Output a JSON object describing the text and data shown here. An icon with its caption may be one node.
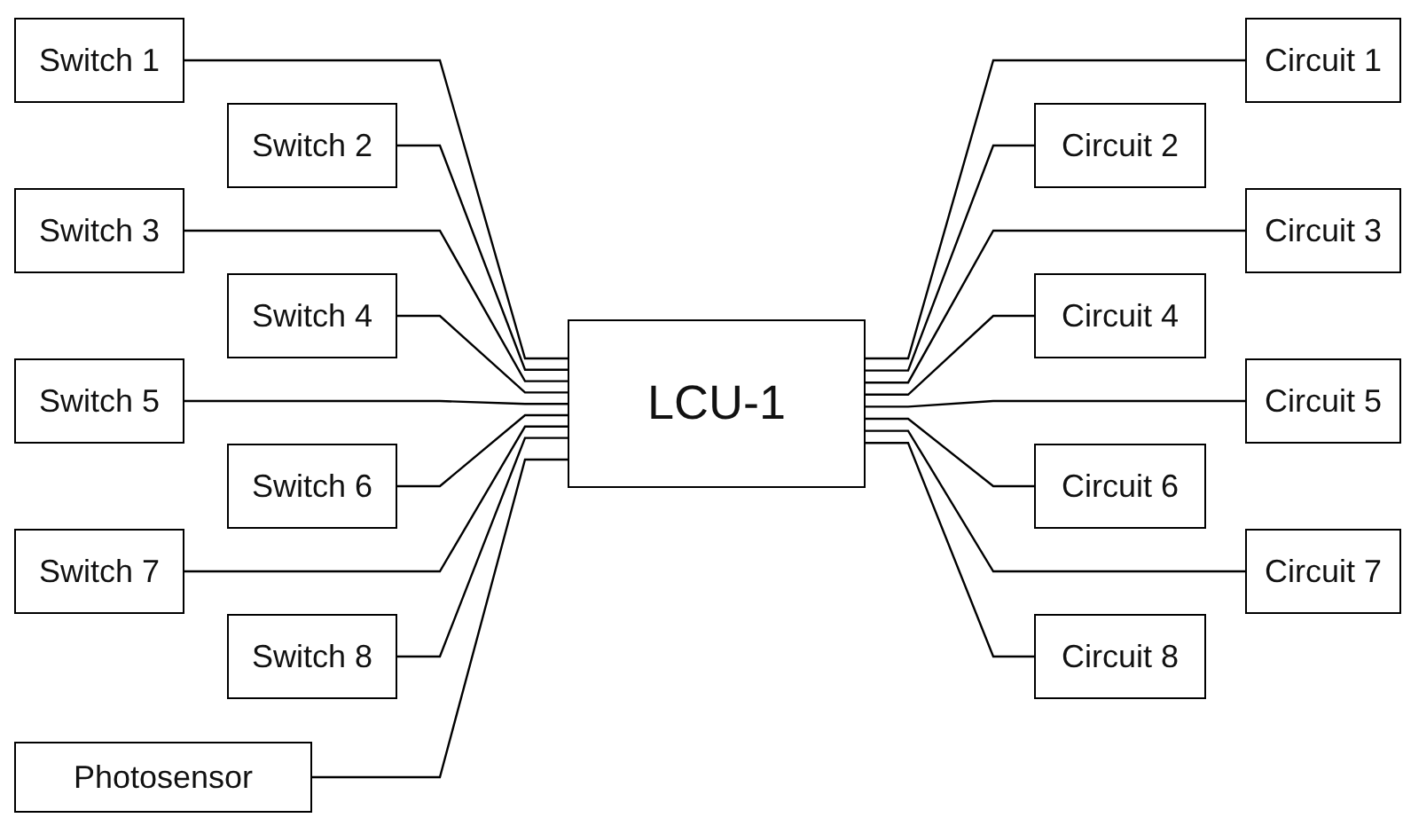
{
  "diagram": {
    "nodes": [
      {
        "text": [
          "Switch 1"
        ]
      },
      {
        "text": [
          "Switch 2"
        ]
      },
      {
        "text": [
          "Switch 3"
        ]
      },
      {
        "text": [
          "Switch 4"
        ]
      },
      {
        "text": [
          "Switch 5"
        ]
      },
      {
        "text": [
          "Switch 6"
        ]
      },
      {
        "text": [
          "Switch 7"
        ]
      },
      {
        "text": [
          "Switch 8"
        ]
      },
      {
        "text": [
          "Photosensor"
        ]
      },
      {
        "text": [
          "LCU-1"
        ]
      },
      {
        "text": [
          "Circuit 1"
        ]
      },
      {
        "text": [
          "Circuit 2"
        ]
      },
      {
        "text": [
          "Circuit 3"
        ]
      },
      {
        "text": [
          "Circuit 4"
        ]
      },
      {
        "text": [
          "Circuit 5"
        ]
      },
      {
        "text": [
          "Circuit 6"
        ]
      },
      {
        "text": [
          "Circuit 7"
        ]
      },
      {
        "text": [
          "Circuit 8"
        ]
      }
    ],
    "edges": [
      {
        "from": 0,
        "to": 9,
        "arrow": "none"
      },
      {
        "from": 1,
        "to": 9,
        "arrow": "none"
      },
      {
        "from": 2,
        "to": 9,
        "arrow": "none"
      },
      {
        "from": 3,
        "to": 9,
        "arrow": "none"
      },
      {
        "from": 4,
        "to": 9,
        "arrow": "none"
      },
      {
        "from": 5,
        "to": 9,
        "arrow": "none"
      },
      {
        "from": 6,
        "to": 9,
        "arrow": "none"
      },
      {
        "from": 7,
        "to": 9,
        "arrow": "none"
      },
      {
        "from": 8,
        "to": 9,
        "arrow": "none"
      },
      {
        "from": 9,
        "to": 10,
        "arrow": "none"
      },
      {
        "from": 9,
        "to": 11,
        "arrow": "none"
      },
      {
        "from": 9,
        "to": 12,
        "arrow": "none"
      },
      {
        "from": 9,
        "to": 13,
        "arrow": "none"
      },
      {
        "from": 9,
        "to": 14,
        "arrow": "none"
      },
      {
        "from": 9,
        "to": 15,
        "arrow": "none"
      },
      {
        "from": 9,
        "to": 16,
        "arrow": "none"
      },
      {
        "from": 9,
        "to": 17,
        "arrow": "none"
      }
    ]
  }
}
